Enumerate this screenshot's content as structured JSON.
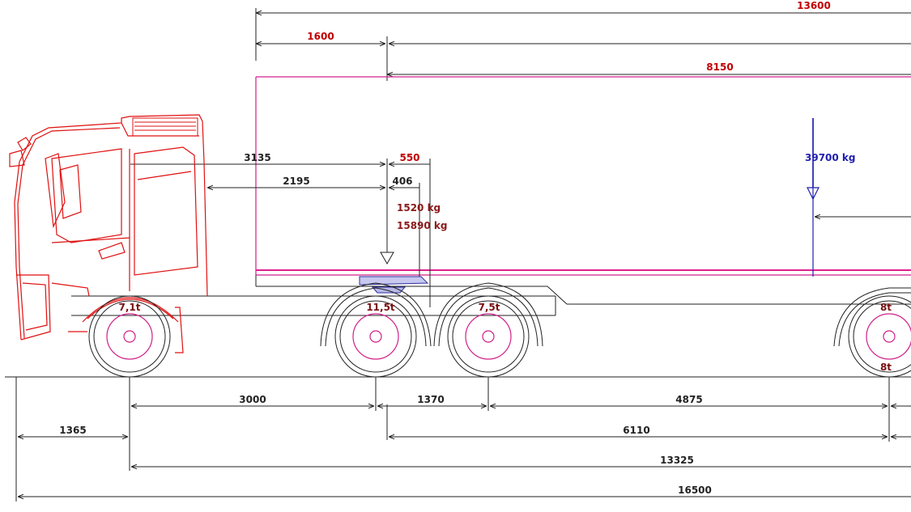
{
  "top_dimensions": {
    "overall_trailer": "13600",
    "kingpin_offset": "1600",
    "body_length": "8150"
  },
  "cab_dimensions": {
    "cab_to_kingpin": "3135",
    "cab_back_to_kingpin": "2195",
    "fifth_wheel_offset": "550",
    "fifth_wheel_small": "406"
  },
  "loads": {
    "kingpin_load_1": "1520 kg",
    "kingpin_load_2": "15890 kg",
    "payload": "39700 kg"
  },
  "axles": [
    {
      "label": "7,1t"
    },
    {
      "label": "11,5t"
    },
    {
      "label": "7,5t"
    },
    {
      "label": "8t"
    },
    {
      "label": "8t"
    }
  ],
  "bottom_dimensions": {
    "front_overhang": "1365",
    "wheelbase_1": "3000",
    "wheelbase_2": "1370",
    "trailer_span": "4875",
    "kingpin_to_trailer_axle": "6110",
    "front_axle_to_rear": "13325",
    "overall_length": "16500"
  },
  "colors": {
    "truck": "#e01010",
    "trailer_outline": "#d0208a",
    "dimension_text_red": "#c00000",
    "dimension_text_dark": "#222222",
    "load_text": "#8b1a1a",
    "payload_text": "#1f1fb0"
  }
}
